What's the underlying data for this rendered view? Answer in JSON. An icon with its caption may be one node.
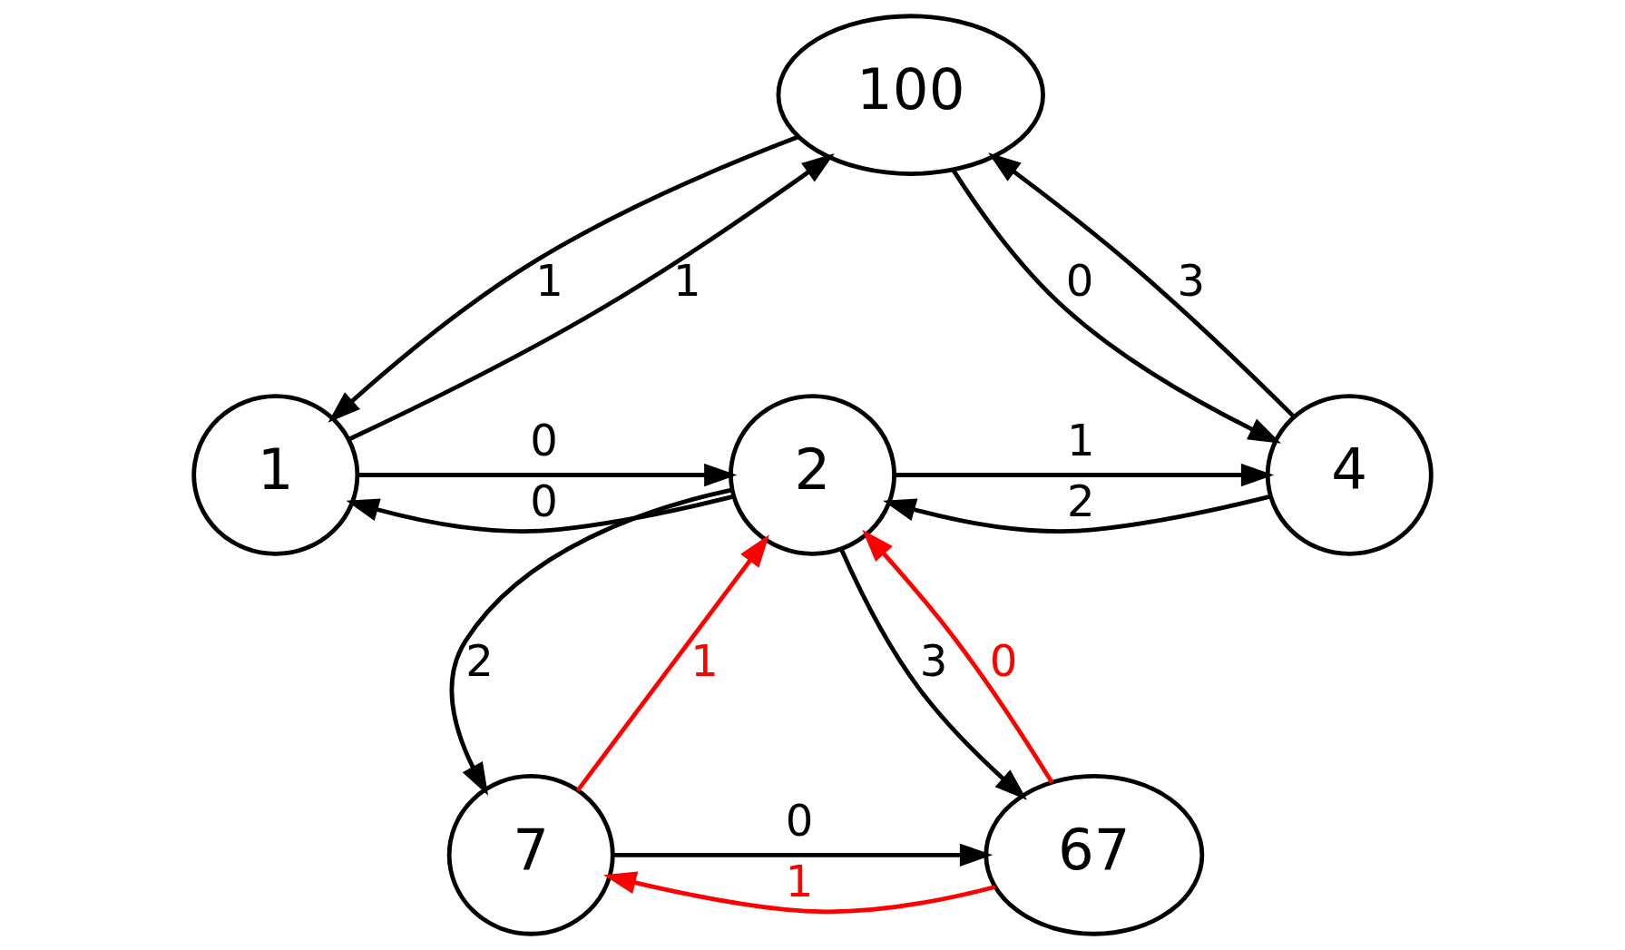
{
  "diagram": {
    "nodes": [
      {
        "text": [
          "100"
        ]
      },
      {
        "text": [
          "1"
        ]
      },
      {
        "text": [
          "2"
        ]
      },
      {
        "text": [
          "4"
        ]
      },
      {
        "text": [
          "7"
        ]
      },
      {
        "text": [
          "67"
        ]
      }
    ],
    "edges": [
      {
        "from": 0,
        "to": 1,
        "arrow": "to",
        "label": "1"
      },
      {
        "from": 1,
        "to": 0,
        "arrow": "to",
        "label": "1"
      },
      {
        "from": 0,
        "to": 3,
        "arrow": "to",
        "label": "0"
      },
      {
        "from": 3,
        "to": 0,
        "arrow": "to",
        "label": "3"
      },
      {
        "from": 1,
        "to": 2,
        "arrow": "to",
        "label": "0"
      },
      {
        "from": 2,
        "to": 1,
        "arrow": "to",
        "label": "0"
      },
      {
        "from": 2,
        "to": 3,
        "arrow": "to",
        "label": "1"
      },
      {
        "from": 3,
        "to": 2,
        "arrow": "to",
        "label": "2"
      },
      {
        "from": 2,
        "to": 4,
        "arrow": "to",
        "label": "2"
      },
      {
        "from": 2,
        "to": 5,
        "arrow": "to",
        "label": "3"
      },
      {
        "from": 4,
        "to": 2,
        "arrow": "to",
        "label": "1",
        "color": "#ff0000"
      },
      {
        "from": 5,
        "to": 2,
        "arrow": "to",
        "label": "0",
        "color": "#ff0000"
      },
      {
        "from": 4,
        "to": 5,
        "arrow": "to",
        "label": "0"
      },
      {
        "from": 5,
        "to": 4,
        "arrow": "to",
        "label": "1",
        "color": "#ff0000"
      }
    ]
  }
}
